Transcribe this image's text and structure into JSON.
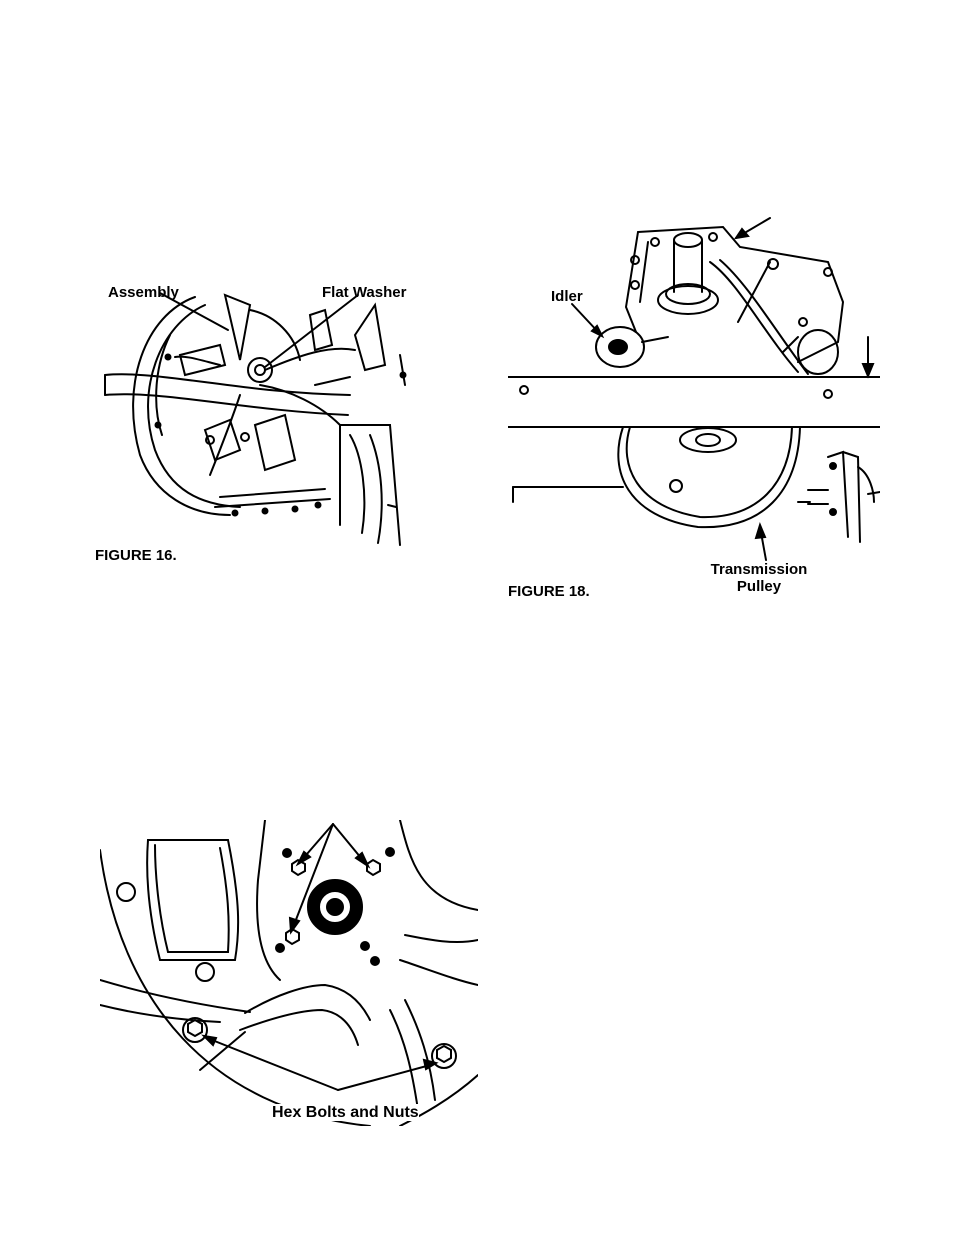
{
  "figure16": {
    "caption": "FIGURE 16.",
    "labels": {
      "assembly": "Assembly",
      "flat_washer": "Flat Washer"
    }
  },
  "figure18": {
    "caption": "FIGURE 18.",
    "labels": {
      "idler": "Idler",
      "transmission_pulley_line1": "Transmission",
      "transmission_pulley_line2": "Pulley"
    }
  },
  "figure_bottom": {
    "labels": {
      "hex_bolts": "Hex Bolts and Nuts"
    }
  }
}
